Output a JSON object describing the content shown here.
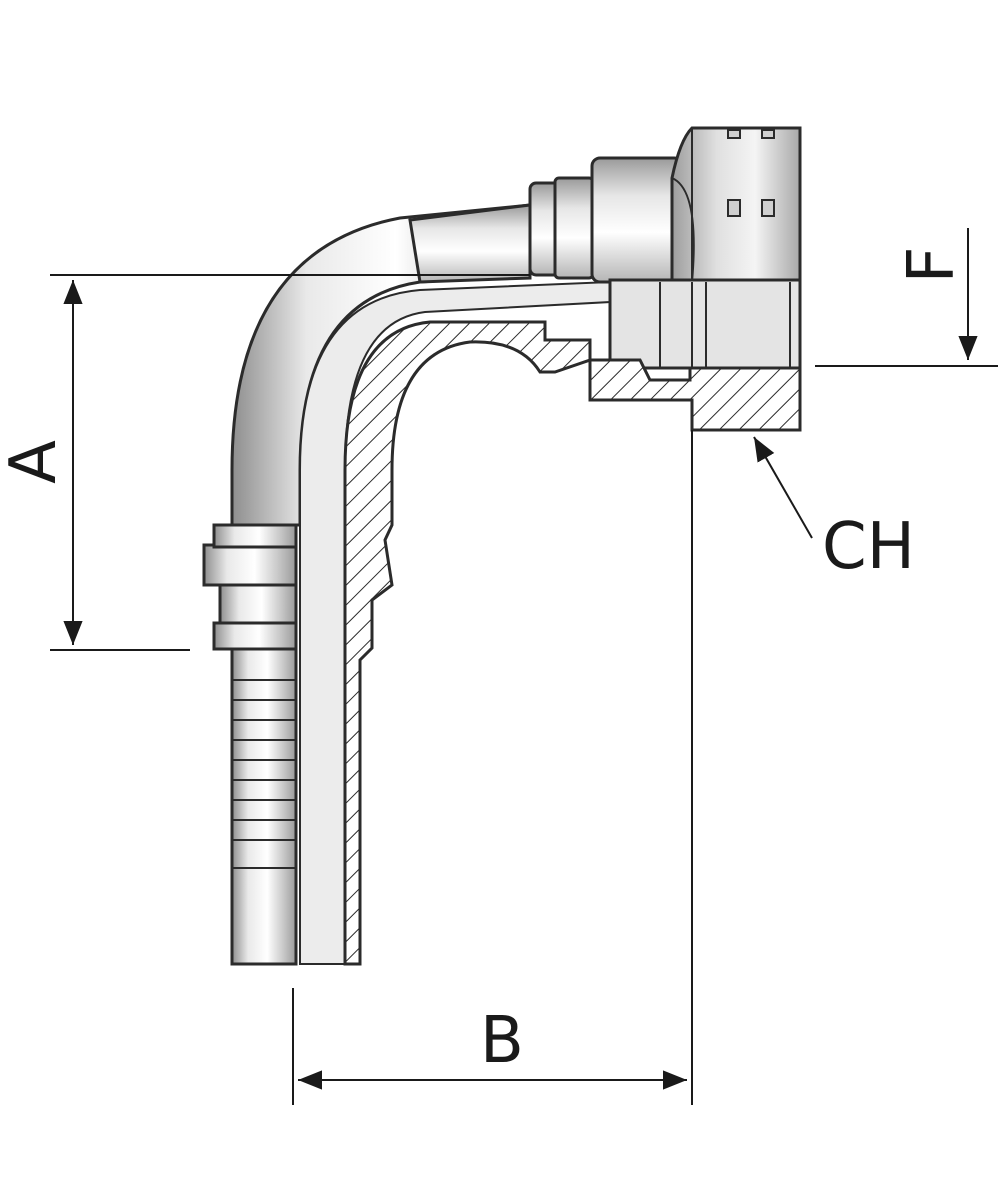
{
  "diagram": {
    "labels": {
      "a": "A",
      "b": "B",
      "f": "F",
      "ch": "CH"
    },
    "colors": {
      "metal_light": "#f2f2f2",
      "metal_mid": "#bdbdbd",
      "metal_dark": "#8a8a8a",
      "section_fill": "#ffffff",
      "line": "#1a1a1a"
    }
  }
}
